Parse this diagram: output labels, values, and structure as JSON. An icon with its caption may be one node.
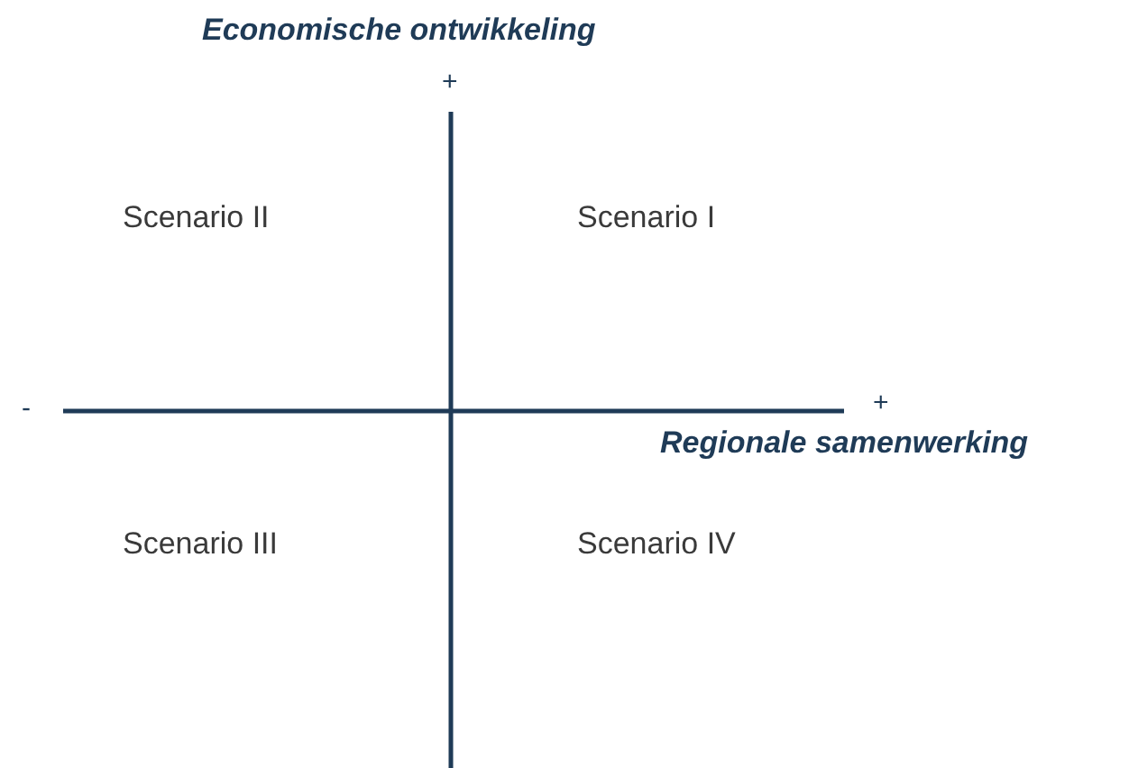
{
  "diagram": {
    "labels": [
      "Economische ontwikkeling",
      "+",
      "Scenario II",
      "Scenario I",
      "-",
      "+",
      "Regionale samenwerking",
      "Scenario III",
      "Scenario IV"
    ]
  }
}
